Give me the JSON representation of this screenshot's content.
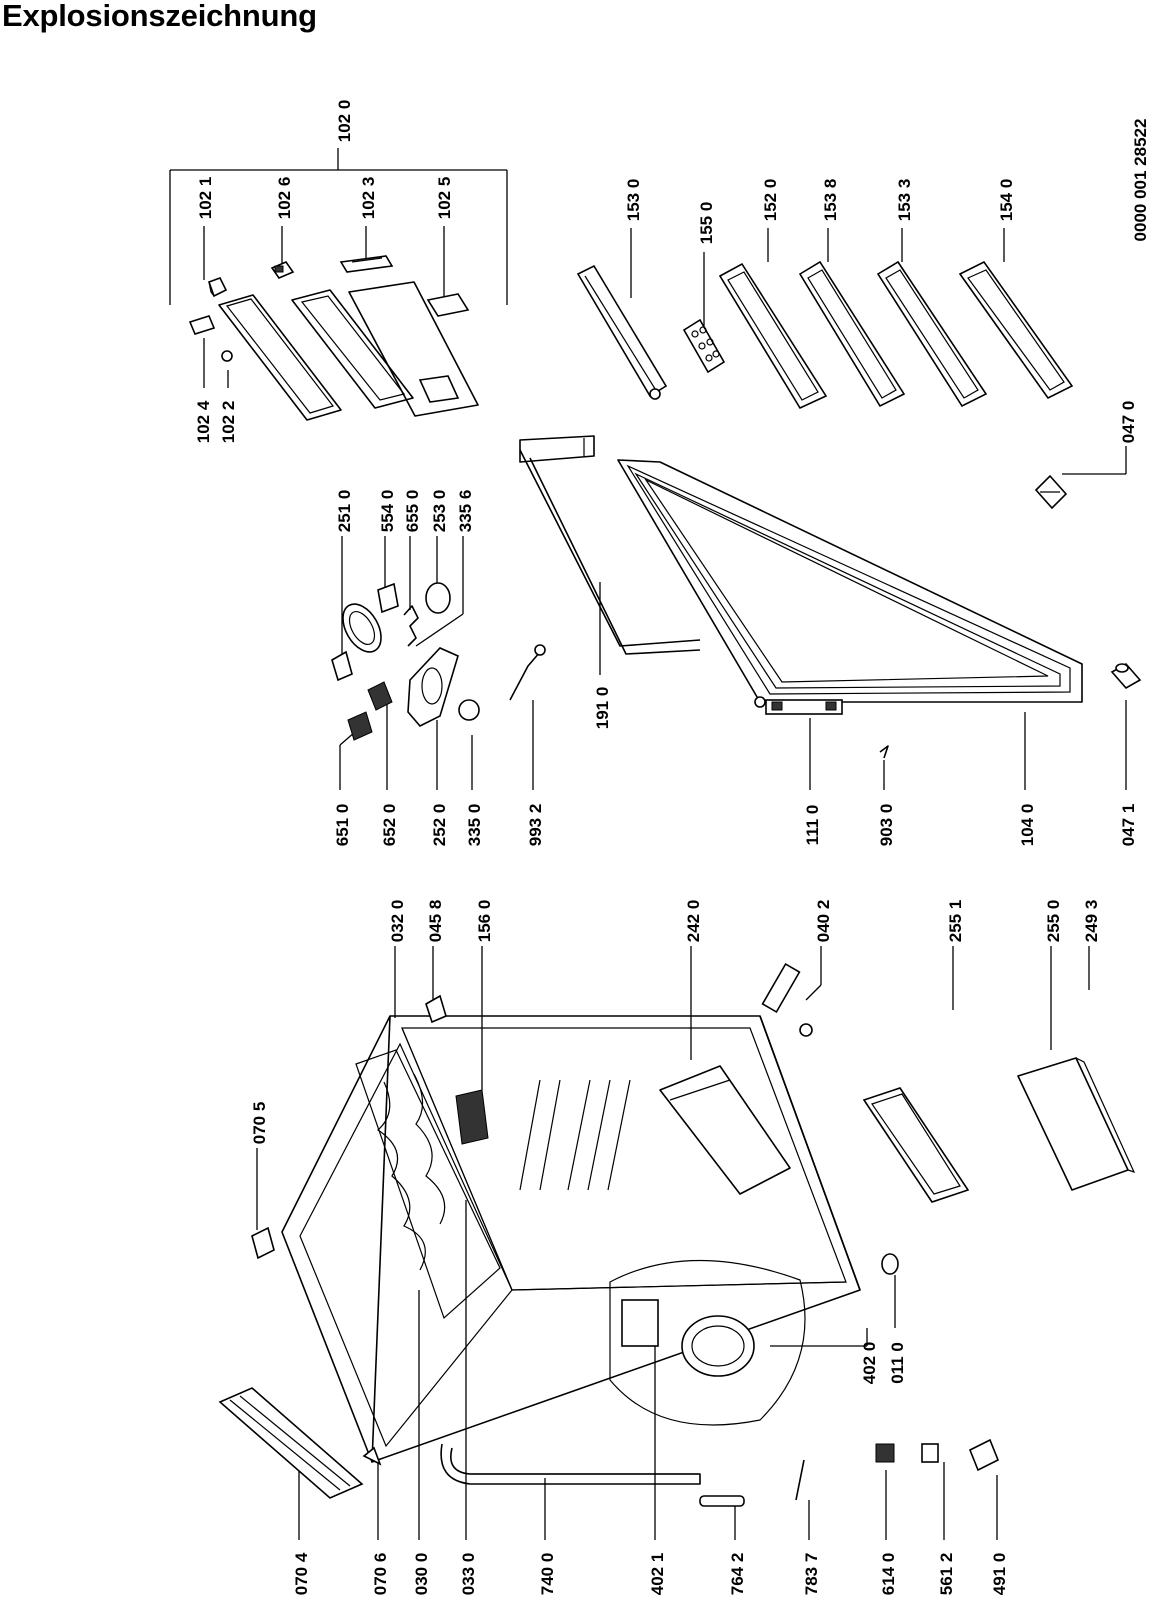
{
  "title": "Explosionszeichnung",
  "doc_number": "0000 001 28522",
  "part_labels": {
    "p1020": "102 0",
    "p1021": "102 1",
    "p1026": "102 6",
    "p1023": "102 3",
    "p1025": "102 5",
    "p1024": "102 4",
    "p1022": "102 2",
    "p1530": "153 0",
    "p1550": "155 0",
    "p1520": "152 0",
    "p1538": "153 8",
    "p1533": "153 3",
    "p1540": "154 0",
    "p2510": "251 0",
    "p5540": "554 0",
    "p6550": "655 0",
    "p2530": "253 0",
    "p3356": "335 6",
    "p6510": "651 0",
    "p6520": "652 0",
    "p2520": "252 0",
    "p3350": "335 0",
    "p9932": "993 2",
    "p1910": "191 0",
    "p1110": "111 0",
    "p9030": "903 0",
    "p1040": "104 0",
    "p0471": "047 1",
    "p0470": "047 0",
    "p0705": "070 5",
    "p0320": "032 0",
    "p0458": "045 8",
    "p1560": "156 0",
    "p2420": "242 0",
    "p0402": "040 2",
    "p2551": "255 1",
    "p2550": "255 0",
    "p2493": "249 3",
    "p4020": "402 0",
    "p0110": "011 0",
    "p0704": "070 4",
    "p0706": "070 6",
    "p0300": "030 0",
    "p0330": "033 0",
    "p7400": "740 0",
    "p4021": "402 1",
    "p7642": "764 2",
    "p7837": "783 7",
    "p6140": "614 0",
    "p5612": "561 2",
    "p4910": "491 0"
  }
}
